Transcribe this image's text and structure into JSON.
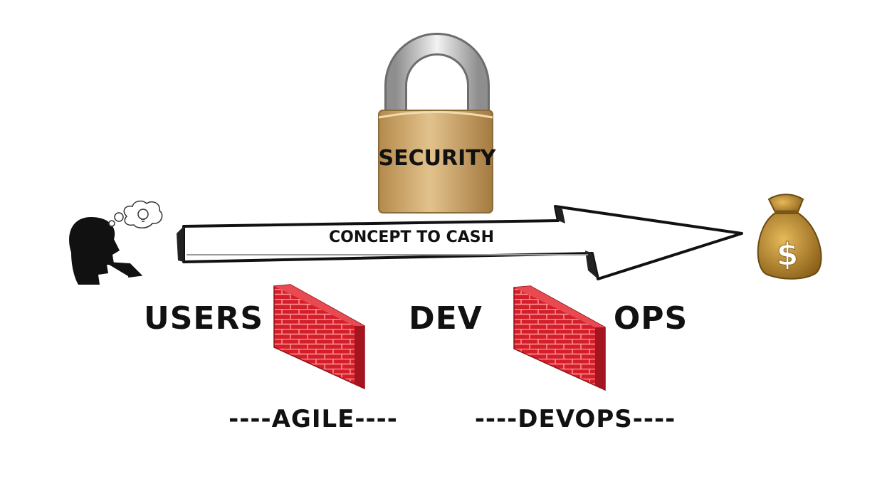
{
  "diagram": {
    "security_label": "SECURITY",
    "arrow_label": "CONCEPT TO CASH",
    "stages": {
      "users": "USERS",
      "dev": "DEV",
      "ops": "OPS"
    },
    "phases": {
      "agile": "----AGILE----",
      "devops": "----DEVOPS----"
    },
    "icons": {
      "padlock": "padlock-icon",
      "thinker": "thinking-person-icon",
      "money_bag": "money-bag-icon",
      "wall": "brick-wall-icon"
    },
    "colors": {
      "padlock_body": "#c9a46a",
      "padlock_shackle": "#b8b8b8",
      "brick": "#d0202a",
      "money_bag": "#b8862e",
      "text": "#111111"
    }
  }
}
